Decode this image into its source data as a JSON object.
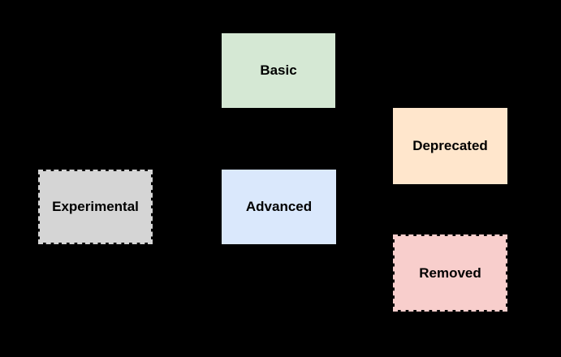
{
  "diagram": {
    "background_color": "#000000",
    "label_text_color": "#000000",
    "nodes": [
      {
        "id": "basic",
        "label": "Basic",
        "fill": "#d5e8d4",
        "edge_style": "solid"
      },
      {
        "id": "deprecated",
        "label": "Deprecated",
        "fill": "#ffe6cc",
        "edge_style": "solid"
      },
      {
        "id": "experimental",
        "label": "Experimental",
        "fill": "#d5d5d5",
        "edge_style": "dashed"
      },
      {
        "id": "advanced",
        "label": "Advanced",
        "fill": "#dae8fc",
        "edge_style": "solid"
      },
      {
        "id": "removed",
        "label": "Removed",
        "fill": "#f8cecc",
        "edge_style": "dashed"
      }
    ]
  }
}
